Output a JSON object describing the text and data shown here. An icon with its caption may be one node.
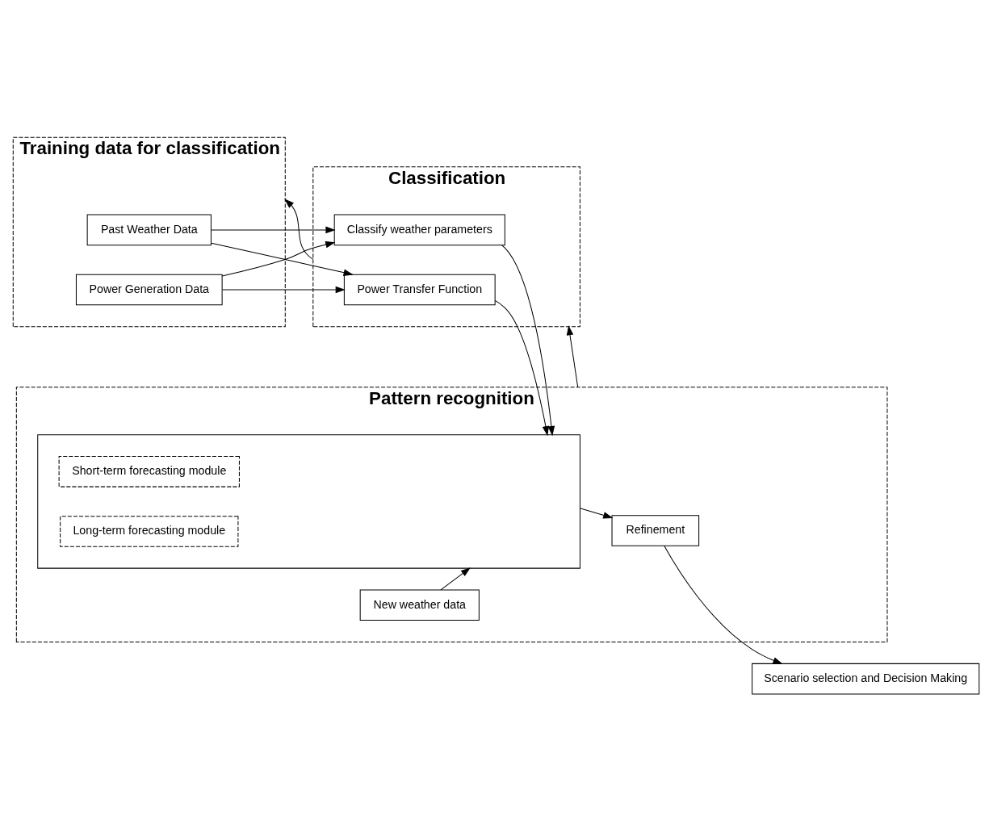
{
  "diagram": {
    "nodes": [
      {
        "text": [
          "Training data for classification"
        ]
      },
      {
        "text": [
          "Past Weather Data"
        ],
        "in": 0
      },
      {
        "text": [
          "Power Generation Data"
        ],
        "in": 0
      },
      {
        "text": [
          "Classification"
        ]
      },
      {
        "text": [
          "Classify weather parameters"
        ],
        "in": 3
      },
      {
        "text": [
          "Power Transfer Function"
        ],
        "in": 3
      },
      {
        "text": [
          "Pattern recognition"
        ]
      },
      {
        "text": [],
        "shape": "box",
        "in": 6
      },
      {
        "text": [
          "Short-term forecasting module"
        ],
        "in": 7
      },
      {
        "text": [
          "Long-term forecasting module"
        ],
        "in": 7
      },
      {
        "text": [
          "Refinement"
        ],
        "in": 6
      },
      {
        "text": [
          "New weather data"
        ],
        "in": 6
      },
      {
        "text": [
          "Scenario selection and Decision Making"
        ]
      }
    ],
    "edges": [
      {
        "from": 1,
        "to": 4,
        "arrow": "to"
      },
      {
        "from": 1,
        "to": 5,
        "arrow": "to"
      },
      {
        "from": 2,
        "to": 4,
        "arrow": "to"
      },
      {
        "from": 2,
        "to": 5,
        "arrow": "to"
      },
      {
        "from": 3,
        "to": 0,
        "arrow": "to"
      },
      {
        "from": 6,
        "to": 3,
        "arrow": "to"
      },
      {
        "from": 4,
        "to": 7,
        "arrow": "to"
      },
      {
        "from": 5,
        "to": 7,
        "arrow": "to"
      },
      {
        "from": 11,
        "to": 7,
        "arrow": "to"
      },
      {
        "from": 7,
        "to": 10,
        "arrow": "to"
      },
      {
        "from": 10,
        "to": 12,
        "arrow": "to"
      }
    ]
  }
}
